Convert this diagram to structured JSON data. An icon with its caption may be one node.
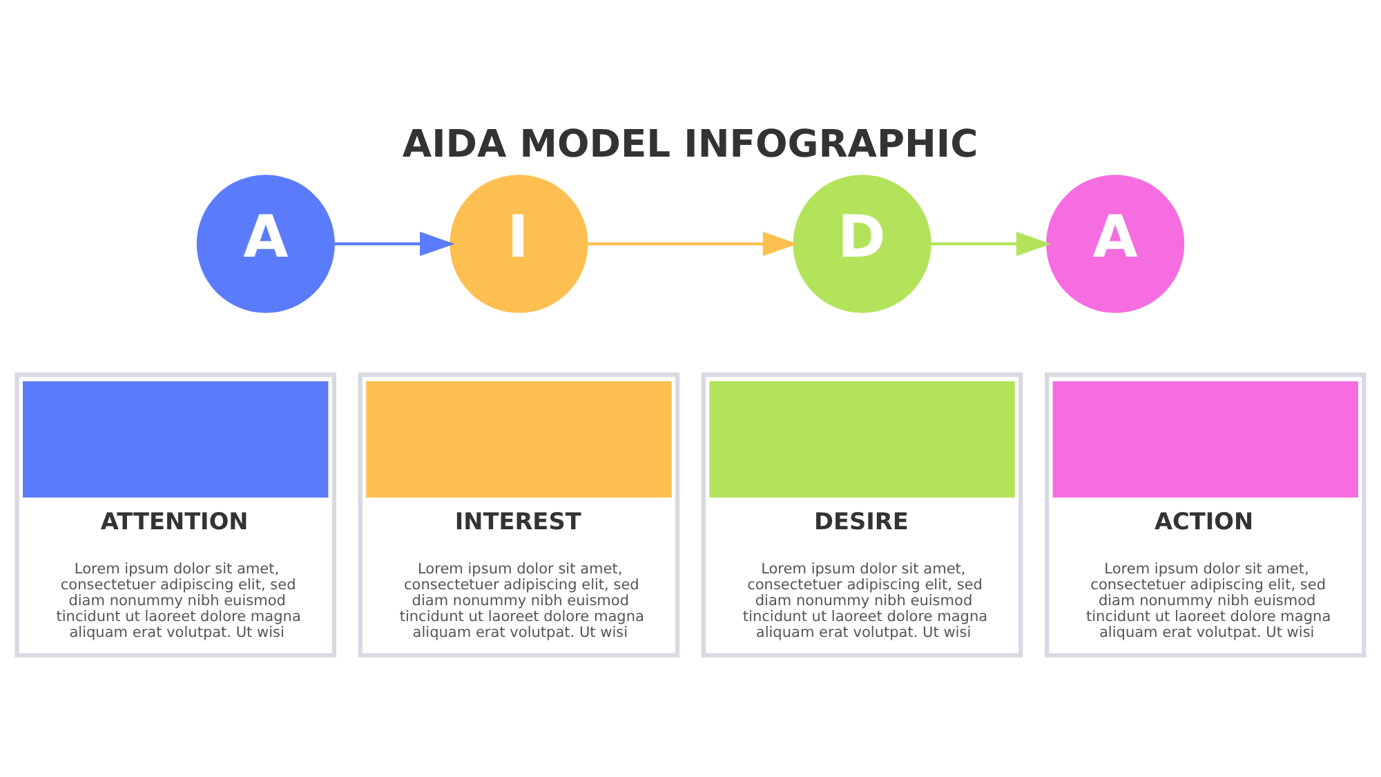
{
  "diagram": {
    "title": "AIDA MODEL INFOGRAPHIC",
    "nodes": [
      {
        "text": [
          "A"
        ]
      },
      {
        "text": [
          "I"
        ]
      },
      {
        "text": [
          "D"
        ]
      },
      {
        "text": [
          "A"
        ]
      },
      {
        "text": [
          "ATTENTION",
          "Lorem ipsum dolor sit amet, consectetuer adipiscing elit, sed diam nonummy nibh euismod tincidunt ut laoreet dolore magna aliquam erat volutpat. Ut wisi"
        ]
      },
      {
        "text": [
          "INTEREST",
          "Lorem ipsum dolor sit amet, consectetuer adipiscing elit, sed diam nonummy nibh euismod tincidunt ut laoreet dolore magna aliquam erat volutpat. Ut wisi"
        ]
      },
      {
        "text": [
          "DESIRE",
          "Lorem ipsum dolor sit amet, consectetuer adipiscing elit, sed diam nonummy nibh euismod tincidunt ut laoreet dolore magna aliquam erat volutpat. Ut wisi"
        ]
      },
      {
        "text": [
          "ACTION",
          "Lorem ipsum dolor sit amet, consectetuer adipiscing elit, sed diam nonummy nibh euismod tincidunt ut laoreet dolore magna aliquam erat volutpat. Ut wisi"
        ]
      }
    ],
    "edges": [
      {
        "from": 0,
        "to": 1,
        "arrow": "to",
        "color": "#5b7cfa"
      },
      {
        "from": 1,
        "to": 2,
        "arrow": "to",
        "color": "#fdbf4f"
      },
      {
        "from": 2,
        "to": 3,
        "arrow": "to",
        "color": "#b3e35a"
      }
    ]
  }
}
